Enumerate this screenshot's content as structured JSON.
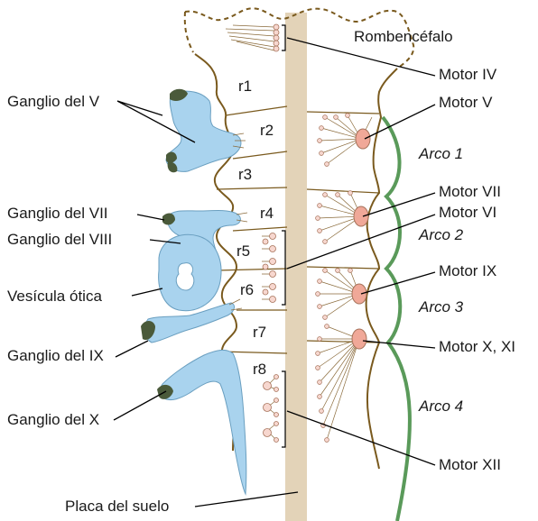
{
  "labels": {
    "rombencefalo": "Rombencéfalo",
    "motor_iv": "Motor IV",
    "motor_v": "Motor V",
    "motor_vii": "Motor VII",
    "motor_vi": "Motor VI",
    "motor_ix": "Motor IX",
    "motor_x_xi": "Motor X, XI",
    "motor_xii": "Motor XII",
    "ganglio_v": "Ganglio del V",
    "ganglio_vii": "Ganglio del VII",
    "ganglio_viii": "Ganglio del VIII",
    "vesicula_otica": "Vesícula ótica",
    "ganglio_ix": "Ganglio del IX",
    "ganglio_x": "Ganglio del X",
    "placa_suelo": "Placa del suelo"
  },
  "rhombomeres": [
    "r1",
    "r2",
    "r3",
    "r4",
    "r5",
    "r6",
    "r7",
    "r8"
  ],
  "arches": [
    "Arco 1",
    "Arco 2",
    "Arco 3",
    "Arco 4"
  ],
  "colors": {
    "ganglion": "#a9d3ee",
    "floor_plate": "#e3d3b8",
    "arch": "#5a9a5a",
    "outline": "#7a5a1e",
    "nucleus": "#f0a898"
  }
}
